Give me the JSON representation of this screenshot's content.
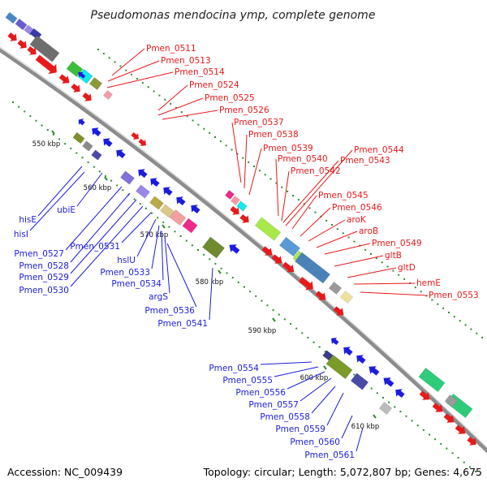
{
  "title": "Pseudomonas mendocina ymp, complete genome",
  "footer": {
    "accession": "Accession: NC_009439",
    "topology": "Topology: circular; Length: 5,072,807 bp; Genes: 4,675"
  },
  "ticks": [
    "550 kbp",
    "560 kbp",
    "570 kbp",
    "580 kbp",
    "590 kbp",
    "600 kbp",
    "610 kbp"
  ],
  "colors": {
    "forward": "#e8191b",
    "reverse": "#1c1cdf",
    "backbone": "#8c8c8c",
    "tick": "#2e8b2e"
  },
  "labels_forward": [
    "Pmen_0511",
    "Pmen_0513",
    "Pmen_0514",
    "Pmen_0524",
    "Pmen_0525",
    "Pmen_0526",
    "Pmen_0537",
    "Pmen_0538",
    "Pmen_0539",
    "Pmen_0540",
    "Pmen_0542",
    "Pmen_0544",
    "Pmen_0543",
    "Pmen_0545",
    "Pmen_0546",
    "aroK",
    "aroB",
    "Pmen_0549",
    "gltB",
    "gltD",
    "hemE",
    "Pmen_0553"
  ],
  "labels_reverse": [
    "hisE",
    "hisI",
    "ubiE",
    "Pmen_0527",
    "Pmen_0528",
    "Pmen_0529",
    "Pmen_0530",
    "Pmen_0531",
    "hslU",
    "Pmen_0533",
    "Pmen_0534",
    "argS",
    "Pmen_0536",
    "Pmen_0541",
    "Pmen_0554",
    "Pmen_0555",
    "Pmen_0556",
    "Pmen_0557",
    "Pmen_0558",
    "Pmen_0559",
    "Pmen_0560",
    "Pmen_0561"
  ]
}
